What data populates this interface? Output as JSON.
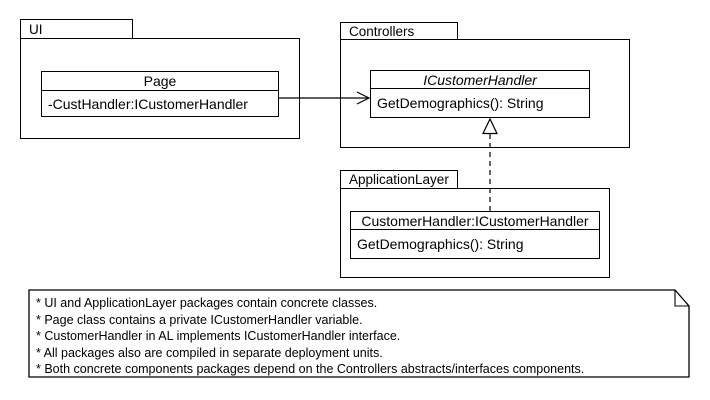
{
  "diagram": {
    "type": "uml-package-class-diagram",
    "packages": [
      {
        "label": "UI",
        "classes": [
          {
            "name": "Page",
            "interface": false,
            "members": [
              "-CustHandler:ICustomerHandler"
            ]
          }
        ]
      },
      {
        "label": "Controllers",
        "classes": [
          {
            "name": "ICustomerHandler",
            "interface": true,
            "members": [
              "GetDemographics(): String"
            ]
          }
        ]
      },
      {
        "label": "ApplicationLayer",
        "classes": [
          {
            "name": "CustomerHandler:ICustomerHandler",
            "interface": false,
            "members": [
              "GetDemographics(): String"
            ]
          }
        ]
      }
    ],
    "relationships": [
      {
        "from": "Page",
        "to": "ICustomerHandler",
        "type": "association",
        "line": "solid",
        "head": "open-arrow"
      },
      {
        "from": "CustomerHandler:ICustomerHandler",
        "to": "ICustomerHandler",
        "type": "realization",
        "line": "dashed",
        "head": "hollow-triangle"
      }
    ],
    "note": {
      "lines": [
        "* UI and ApplicationLayer packages contain concrete classes.",
        "* Page class contains a private ICustomerHandler variable.",
        "* CustomerHandler in AL implements ICustomerHandler interface.",
        "* All packages also are compiled in separate deployment units.",
        "* Both concrete components packages depend on the Controllers abstracts/interfaces components."
      ]
    },
    "colors": {
      "line": "#000000",
      "fill": "#ffffff",
      "background": "#ffffff",
      "text": "#000000"
    }
  }
}
